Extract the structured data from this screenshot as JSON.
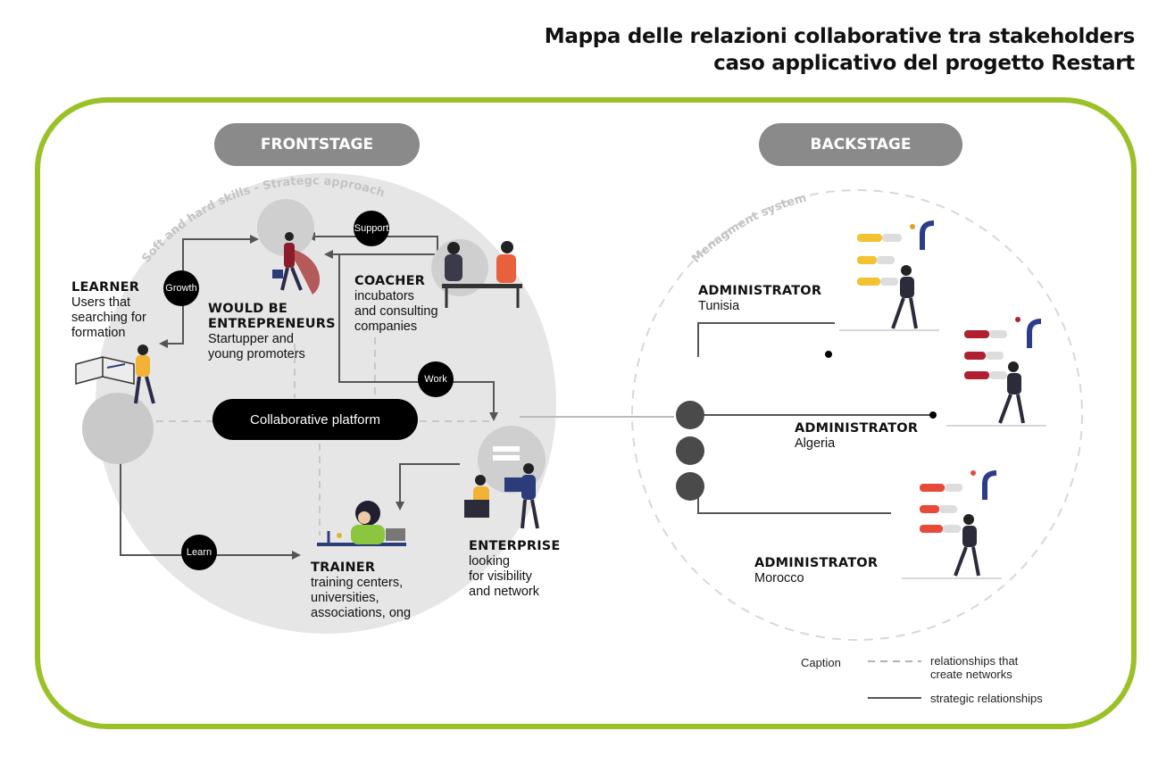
{
  "title": {
    "line1": "Mappa delle relazioni collaborative tra stakeholders",
    "line2": "caso applicativo del progetto Restart"
  },
  "sections": {
    "frontstage": "FRONTSTAGE",
    "backstage": "BACKSTAGE"
  },
  "arcs": {
    "front": "Soft and hard skills - Strategc approach",
    "back": "Menagment system"
  },
  "platform_label": "Collaborative platform",
  "badges": {
    "growth": "Growth",
    "support": "Support",
    "work": "Work",
    "learn": "Learn"
  },
  "actors": {
    "learner": {
      "title": "LEARNER",
      "desc": [
        "Users that",
        "searching for",
        "formation"
      ]
    },
    "would_be": {
      "title1": "WOULD BE",
      "title2": "ENTREPRENEURS",
      "desc": [
        "Startupper and",
        "young promoters"
      ]
    },
    "coacher": {
      "title": "COACHER",
      "desc": [
        "incubators",
        "and consulting",
        "companies"
      ]
    },
    "trainer": {
      "title": "TRAINER",
      "desc": [
        "training centers,",
        "universities,",
        "associations, ong"
      ]
    },
    "enterprise": {
      "title": "ENTERPRISE",
      "desc": [
        "looking",
        "for visibility",
        "and network"
      ]
    }
  },
  "administrators": [
    {
      "title": "ADMINISTRATOR",
      "country": "Tunisia"
    },
    {
      "title": "ADMINISTRATOR",
      "country": "Algeria"
    },
    {
      "title": "ADMINISTRATOR",
      "country": "Morocco"
    }
  ],
  "legend": {
    "caption": "Caption",
    "dashed": [
      "relationships that",
      "create networks"
    ],
    "solid": "strategic relationships"
  },
  "colors": {
    "frame": "#9ac127",
    "pill": "#8a8a8a",
    "circle_fill": "#e4e4e4",
    "line": "#555555"
  }
}
